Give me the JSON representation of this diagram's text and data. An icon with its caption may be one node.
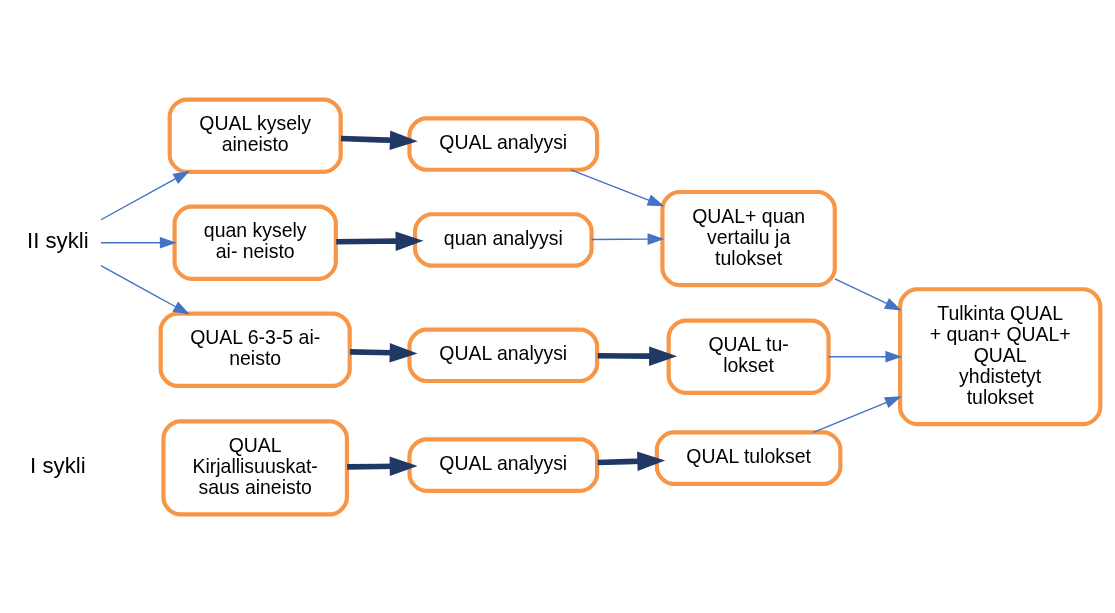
{
  "diagram": {
    "nodes": [
      {
        "text": [
          "QUAL Kirjallisuuskat- saus aineisto"
        ]
      },
      {
        "text": [
          "QUAL analyysi"
        ]
      },
      {
        "text": [
          "QUAL tulokset"
        ]
      },
      {
        "text": [
          "QUAL kysely aineisto"
        ]
      },
      {
        "text": [
          "QUAL analyysi"
        ]
      },
      {
        "text": [
          "II sykli"
        ]
      },
      {
        "text": [
          "quan kysely ai- neisto"
        ]
      },
      {
        "text": [
          "quan analyysi"
        ]
      },
      {
        "text": [
          "QUAL+ quan vertailu ja tulokset"
        ]
      },
      {
        "text": [
          "Tulkinta QUAL + quan+ QUAL+ QUAL yhdistetyt tulokset"
        ]
      },
      {
        "text": [
          "QUAL 6-3-5 ai- neisto"
        ]
      },
      {
        "text": [
          "QUAL analyysi"
        ]
      },
      {
        "text": [
          "QUAL tu- lokset"
        ]
      }
    ],
    "edges": [
      {
        "from": 0,
        "to": 1,
        "arrow": "to",
        "style": "thick",
        "color": "#1f3864"
      },
      {
        "from": 1,
        "to": 2,
        "arrow": "to",
        "style": "thick",
        "color": "#1f3864"
      },
      {
        "from": 2,
        "to": 9,
        "arrow": "to"
      },
      {
        "from": 3,
        "to": 4,
        "arrow": "to",
        "style": "thick",
        "color": "#1f3864"
      },
      {
        "from": 4,
        "to": 8,
        "arrow": "to"
      },
      {
        "from": 5,
        "to": 3,
        "arrow": "to"
      },
      {
        "from": 5,
        "to": 6,
        "arrow": "to"
      },
      {
        "from": 5,
        "to": 10,
        "arrow": "to"
      },
      {
        "from": 6,
        "to": 7,
        "arrow": "to",
        "style": "thick",
        "color": "#1f3864"
      },
      {
        "from": 7,
        "to": 8,
        "arrow": "to"
      },
      {
        "from": 8,
        "to": 9,
        "arrow": "to"
      },
      {
        "from": 10,
        "to": 11,
        "arrow": "to",
        "style": "thick",
        "color": "#1f3864"
      },
      {
        "from": 11,
        "to": 12,
        "arrow": "to",
        "style": "thick",
        "color": "#1f3864"
      },
      {
        "from": 12,
        "to": 9,
        "arrow": "to"
      }
    ],
    "labels": [
      "I sykli"
    ]
  }
}
